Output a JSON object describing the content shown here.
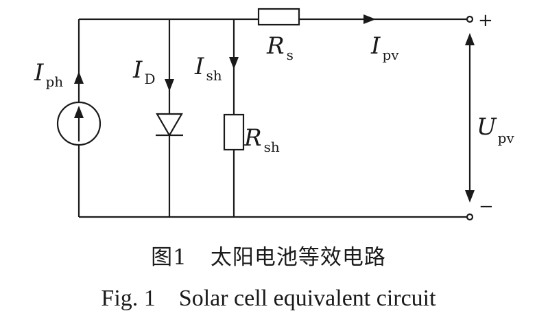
{
  "labels": {
    "i_ph": {
      "main": "I",
      "sub": "ph"
    },
    "i_d": {
      "main": "I",
      "sub": "D"
    },
    "i_sh": {
      "main": "I",
      "sub": "sh"
    },
    "r_s": {
      "main": "R",
      "sub": "s"
    },
    "i_pv": {
      "main": "I",
      "sub": "pv"
    },
    "r_sh": {
      "main": "R",
      "sub": "sh"
    },
    "u_pv": {
      "main": "U",
      "sub": "pv"
    },
    "plus": "+",
    "minus": "−"
  },
  "caption": {
    "cn_number": "图1",
    "cn_text": "太阳电池等效电路",
    "en_number": "Fig. 1",
    "en_text": "Solar cell equivalent circuit"
  }
}
